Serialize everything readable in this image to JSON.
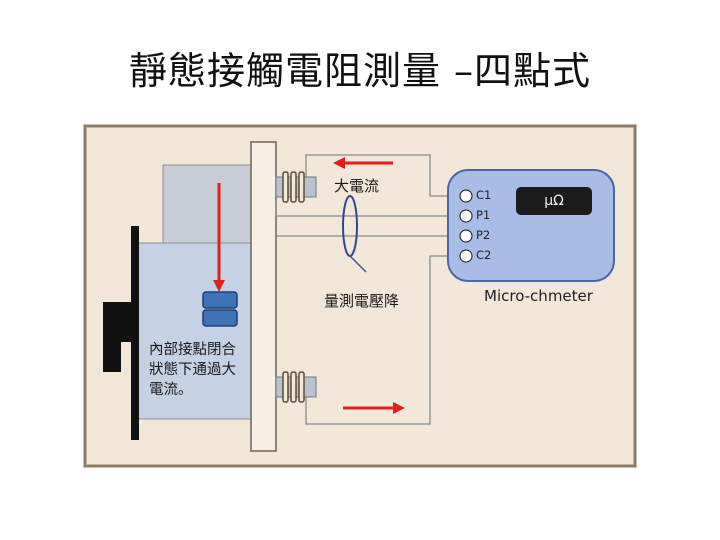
{
  "title": "靜態接觸電阻測量 –四點式",
  "labels": {
    "high_current": "大電流",
    "voltage_drop": "量測電壓降",
    "internal_note": "內部接點閉合狀態下通過大電流。"
  },
  "meter": {
    "name": "Micro-chmeter",
    "display": "μΩ",
    "terminals": [
      "C1",
      "P1",
      "P2",
      "C2"
    ]
  },
  "colors": {
    "panel": "#f2e7d8",
    "panel_border": "#8c7a66",
    "meter_body": "#a7bde6",
    "arrow": "#e0211b",
    "probe_loop": "#2f4a8c",
    "contact": "#3f73b8"
  }
}
